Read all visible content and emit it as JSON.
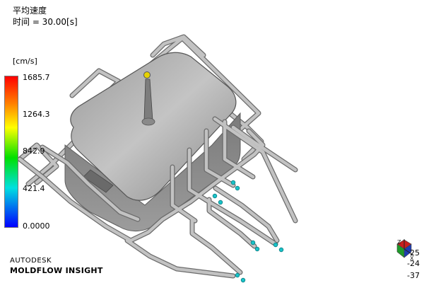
{
  "result": {
    "title": "平均速度",
    "time_label": "时间 = 30.00[s]"
  },
  "legend": {
    "unit": "[cm/s]",
    "labels": [
      "1685.7",
      "1264.3",
      "842.9",
      "421.4",
      "0.0000"
    ],
    "colors": [
      "#ff0000",
      "#ff8000",
      "#ffff00",
      "#00e000",
      "#00e0e0",
      "#0000ff"
    ]
  },
  "branding": {
    "line1": "AUTODESK",
    "line2": "MOLDFLOW INSIGHT"
  },
  "triad": {
    "axis_z": "Z",
    "axis_x": "X",
    "value_1": "25",
    "value_2": "-24",
    "value_3": "-37"
  },
  "colors": {
    "part": "#a4a4a4",
    "channel": "#bdbdbd",
    "arrow": "#19c3c8",
    "gate": "#e6d200"
  }
}
